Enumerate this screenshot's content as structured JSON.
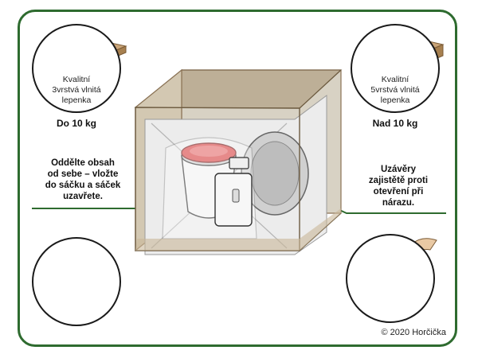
{
  "left_panel": {
    "material_text": "Kvalitní\n3vrstvá vlnitá\nlepenka",
    "weight_label": "Do 10 kg"
  },
  "right_panel": {
    "material_text": "Kvalitní\n5vrstvá vlnitá\nlepenka",
    "weight_label": "Nad 10 kg"
  },
  "callouts": {
    "separate": "Oddělte obsah\nod sebe – vložte\ndo sáčku a sáček\nuzavřete.",
    "closures": "Uzávěry\nzajistětě proti\notevření při\nnárazu."
  },
  "copyright": "© 2020 Horčička",
  "colors": {
    "frame": "#2e6b2f",
    "cardboard": "#c9a478",
    "lid": "#d94b4b",
    "box_edge": "#8a7254"
  }
}
